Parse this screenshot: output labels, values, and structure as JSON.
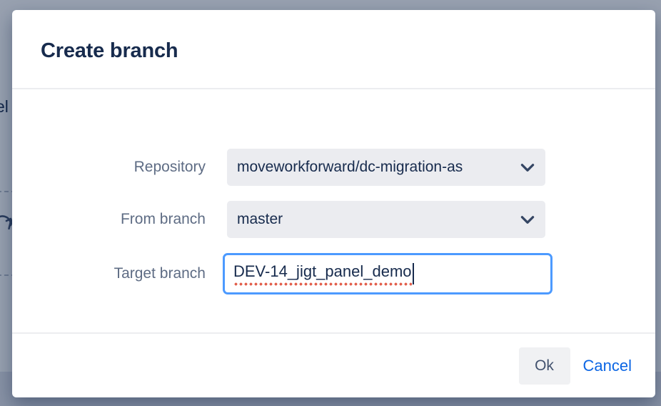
{
  "modal": {
    "title": "Create branch",
    "fields": [
      {
        "label": "Repository",
        "type": "select",
        "value": "moveworkforward/dc-migration-as"
      },
      {
        "label": "From branch",
        "type": "select",
        "value": "master"
      },
      {
        "label": "Target branch",
        "type": "text",
        "value": "DEV-14_jigt_panel_demo",
        "spellcheck_flagged": true,
        "focused": true
      }
    ],
    "footer": {
      "ok_label": "Ok",
      "cancel_label": "Cancel"
    }
  },
  "background": {
    "partial_text": "el"
  },
  "icons": {
    "select_expand": "chevron-down",
    "background_left": "sync-arrow"
  },
  "colors": {
    "title_text": "#172B4D",
    "label_text": "#5E6C84",
    "select_background": "#EBECF0",
    "focus_border": "#4C9AFF",
    "spellcheck_dots": "#E2604D",
    "ok_button_background": "#F0F1F3",
    "cancel_link": "#0C66E4",
    "blanket": "rgba(9,30,66,0.42)",
    "divider": "#ECEDF0"
  }
}
